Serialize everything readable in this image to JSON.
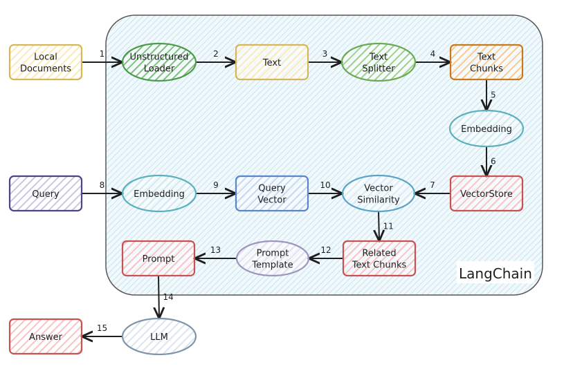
{
  "group": {
    "label": "LangChain",
    "fill": "#d8edf6",
    "stroke": "#555555"
  },
  "nodes": [
    {
      "id": "local-documents",
      "shape": "rect",
      "lines": [
        "Local",
        "Documents"
      ],
      "stroke": "#d6b656",
      "fill": "#fde9b6"
    },
    {
      "id": "unstructured-loader",
      "shape": "ellipse",
      "lines": [
        "Unstructured",
        "Loader"
      ],
      "stroke": "#4a9c4a",
      "fill": "#7cc07c"
    },
    {
      "id": "text",
      "shape": "rect",
      "lines": [
        "Text"
      ],
      "stroke": "#d6b656",
      "fill": "#fde9b6"
    },
    {
      "id": "text-splitter",
      "shape": "ellipse",
      "lines": [
        "Text",
        "Splitter"
      ],
      "stroke": "#6aaa52",
      "fill": "#9fd08a"
    },
    {
      "id": "text-chunks",
      "shape": "rect",
      "lines": [
        "Text",
        "Chunks"
      ],
      "stroke": "#c77a1a",
      "fill": "#fbc98e"
    },
    {
      "id": "embedding-doc",
      "shape": "ellipse",
      "lines": [
        "Embedding"
      ],
      "stroke": "#5bb0bd",
      "fill": "#cde9ee"
    },
    {
      "id": "vectorstore",
      "shape": "rect",
      "lines": [
        "VectorStore"
      ],
      "stroke": "#c65252",
      "fill": "#f8c3c3"
    },
    {
      "id": "query",
      "shape": "rect",
      "lines": [
        "Query"
      ],
      "stroke": "#4b4585",
      "fill": "#cbc6e4"
    },
    {
      "id": "embedding-query",
      "shape": "ellipse",
      "lines": [
        "Embedding"
      ],
      "stroke": "#5bb0bd",
      "fill": "#cde9ee"
    },
    {
      "id": "query-vector",
      "shape": "rect",
      "lines": [
        "Query",
        "Vector"
      ],
      "stroke": "#5a86c8",
      "fill": "#c5d8f3"
    },
    {
      "id": "vector-similarity",
      "shape": "ellipse",
      "lines": [
        "Vector",
        "Similarity"
      ],
      "stroke": "#5aa5c7",
      "fill": "#d6ebf5"
    },
    {
      "id": "related-text-chunks",
      "shape": "rect",
      "lines": [
        "Related",
        "Text Chunks"
      ],
      "stroke": "#c65252",
      "fill": "#f8c3c3"
    },
    {
      "id": "prompt-template",
      "shape": "ellipse",
      "lines": [
        "Prompt",
        "Template"
      ],
      "stroke": "#9b96bd",
      "fill": "#e2e0f0"
    },
    {
      "id": "prompt",
      "shape": "rect",
      "lines": [
        "Prompt"
      ],
      "stroke": "#c65252",
      "fill": "#f8c3c3"
    },
    {
      "id": "llm",
      "shape": "ellipse",
      "lines": [
        "LLM"
      ],
      "stroke": "#7f95aa",
      "fill": "#dce4ec"
    },
    {
      "id": "answer",
      "shape": "rect",
      "lines": [
        "Answer"
      ],
      "stroke": "#c65252",
      "fill": "#f8c3c3"
    }
  ],
  "edges": [
    {
      "label": "1",
      "from": "local-documents",
      "to": "unstructured-loader"
    },
    {
      "label": "2",
      "from": "unstructured-loader",
      "to": "text"
    },
    {
      "label": "3",
      "from": "text",
      "to": "text-splitter"
    },
    {
      "label": "4",
      "from": "text-splitter",
      "to": "text-chunks"
    },
    {
      "label": "5",
      "from": "text-chunks",
      "to": "embedding-doc"
    },
    {
      "label": "6",
      "from": "embedding-doc",
      "to": "vectorstore"
    },
    {
      "label": "7",
      "from": "vectorstore",
      "to": "vector-similarity"
    },
    {
      "label": "8",
      "from": "query",
      "to": "embedding-query"
    },
    {
      "label": "9",
      "from": "embedding-query",
      "to": "query-vector"
    },
    {
      "label": "10",
      "from": "query-vector",
      "to": "vector-similarity"
    },
    {
      "label": "11",
      "from": "vector-similarity",
      "to": "related-text-chunks"
    },
    {
      "label": "12",
      "from": "related-text-chunks",
      "to": "prompt-template"
    },
    {
      "label": "13",
      "from": "prompt-template",
      "to": "prompt"
    },
    {
      "label": "14",
      "from": "prompt",
      "to": "llm"
    },
    {
      "label": "15",
      "from": "llm",
      "to": "answer"
    }
  ],
  "colors": {
    "edge": "#1e1e1e",
    "text": "#1e1e1e"
  }
}
